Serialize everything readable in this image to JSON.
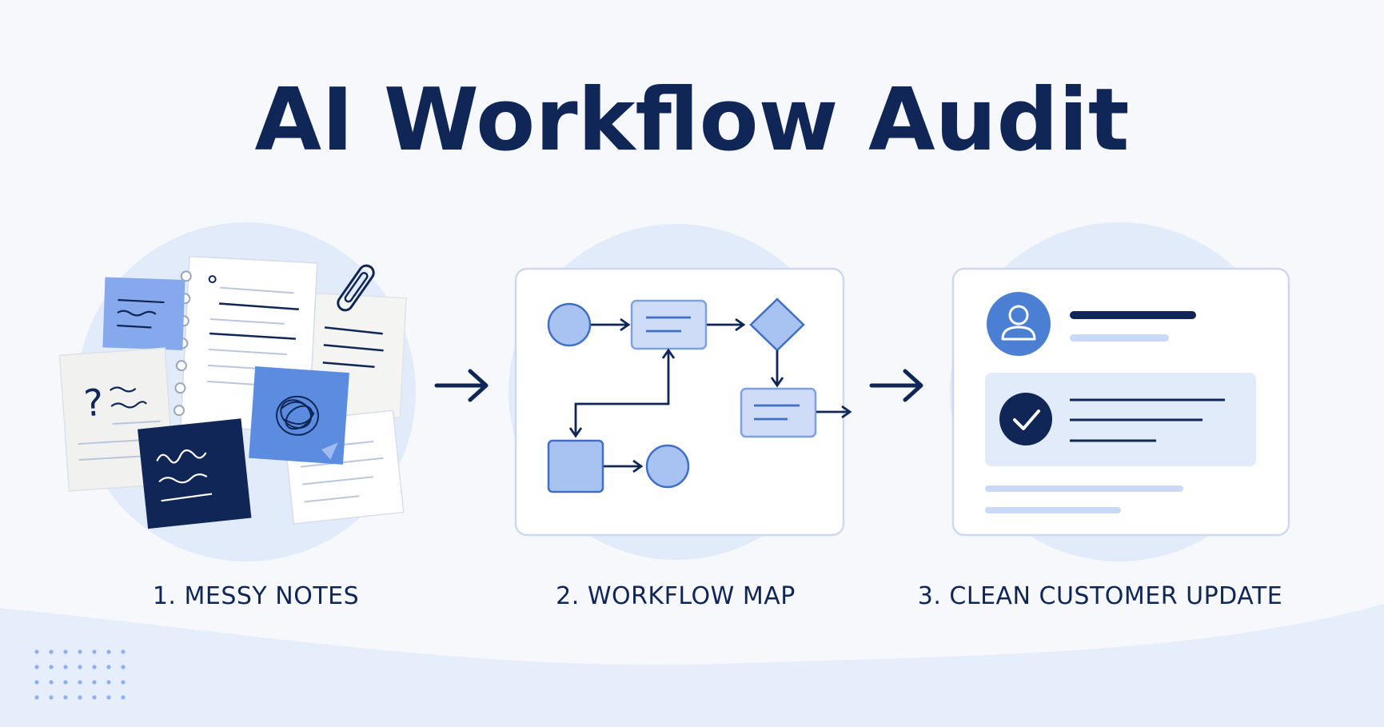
{
  "title": "AI Workflow Audit",
  "steps": [
    {
      "label": "1. MESSY NOTES"
    },
    {
      "label": "2. WORKFLOW MAP"
    },
    {
      "label": "3. CLEAN CUSTOMER UPDATE"
    }
  ],
  "colors": {
    "background": "#f6f8fc",
    "navy": "#0f2656",
    "blue": "#4a7fd4",
    "light_blue": "#8fb0ef",
    "pale_blue": "#e2ebfa",
    "accent_line": "#c5d6f5"
  },
  "icons": [
    "arrow-right-icon",
    "paperclip-icon",
    "question-mark-icon",
    "user-avatar-icon",
    "checkmark-icon",
    "scribble-icon"
  ]
}
